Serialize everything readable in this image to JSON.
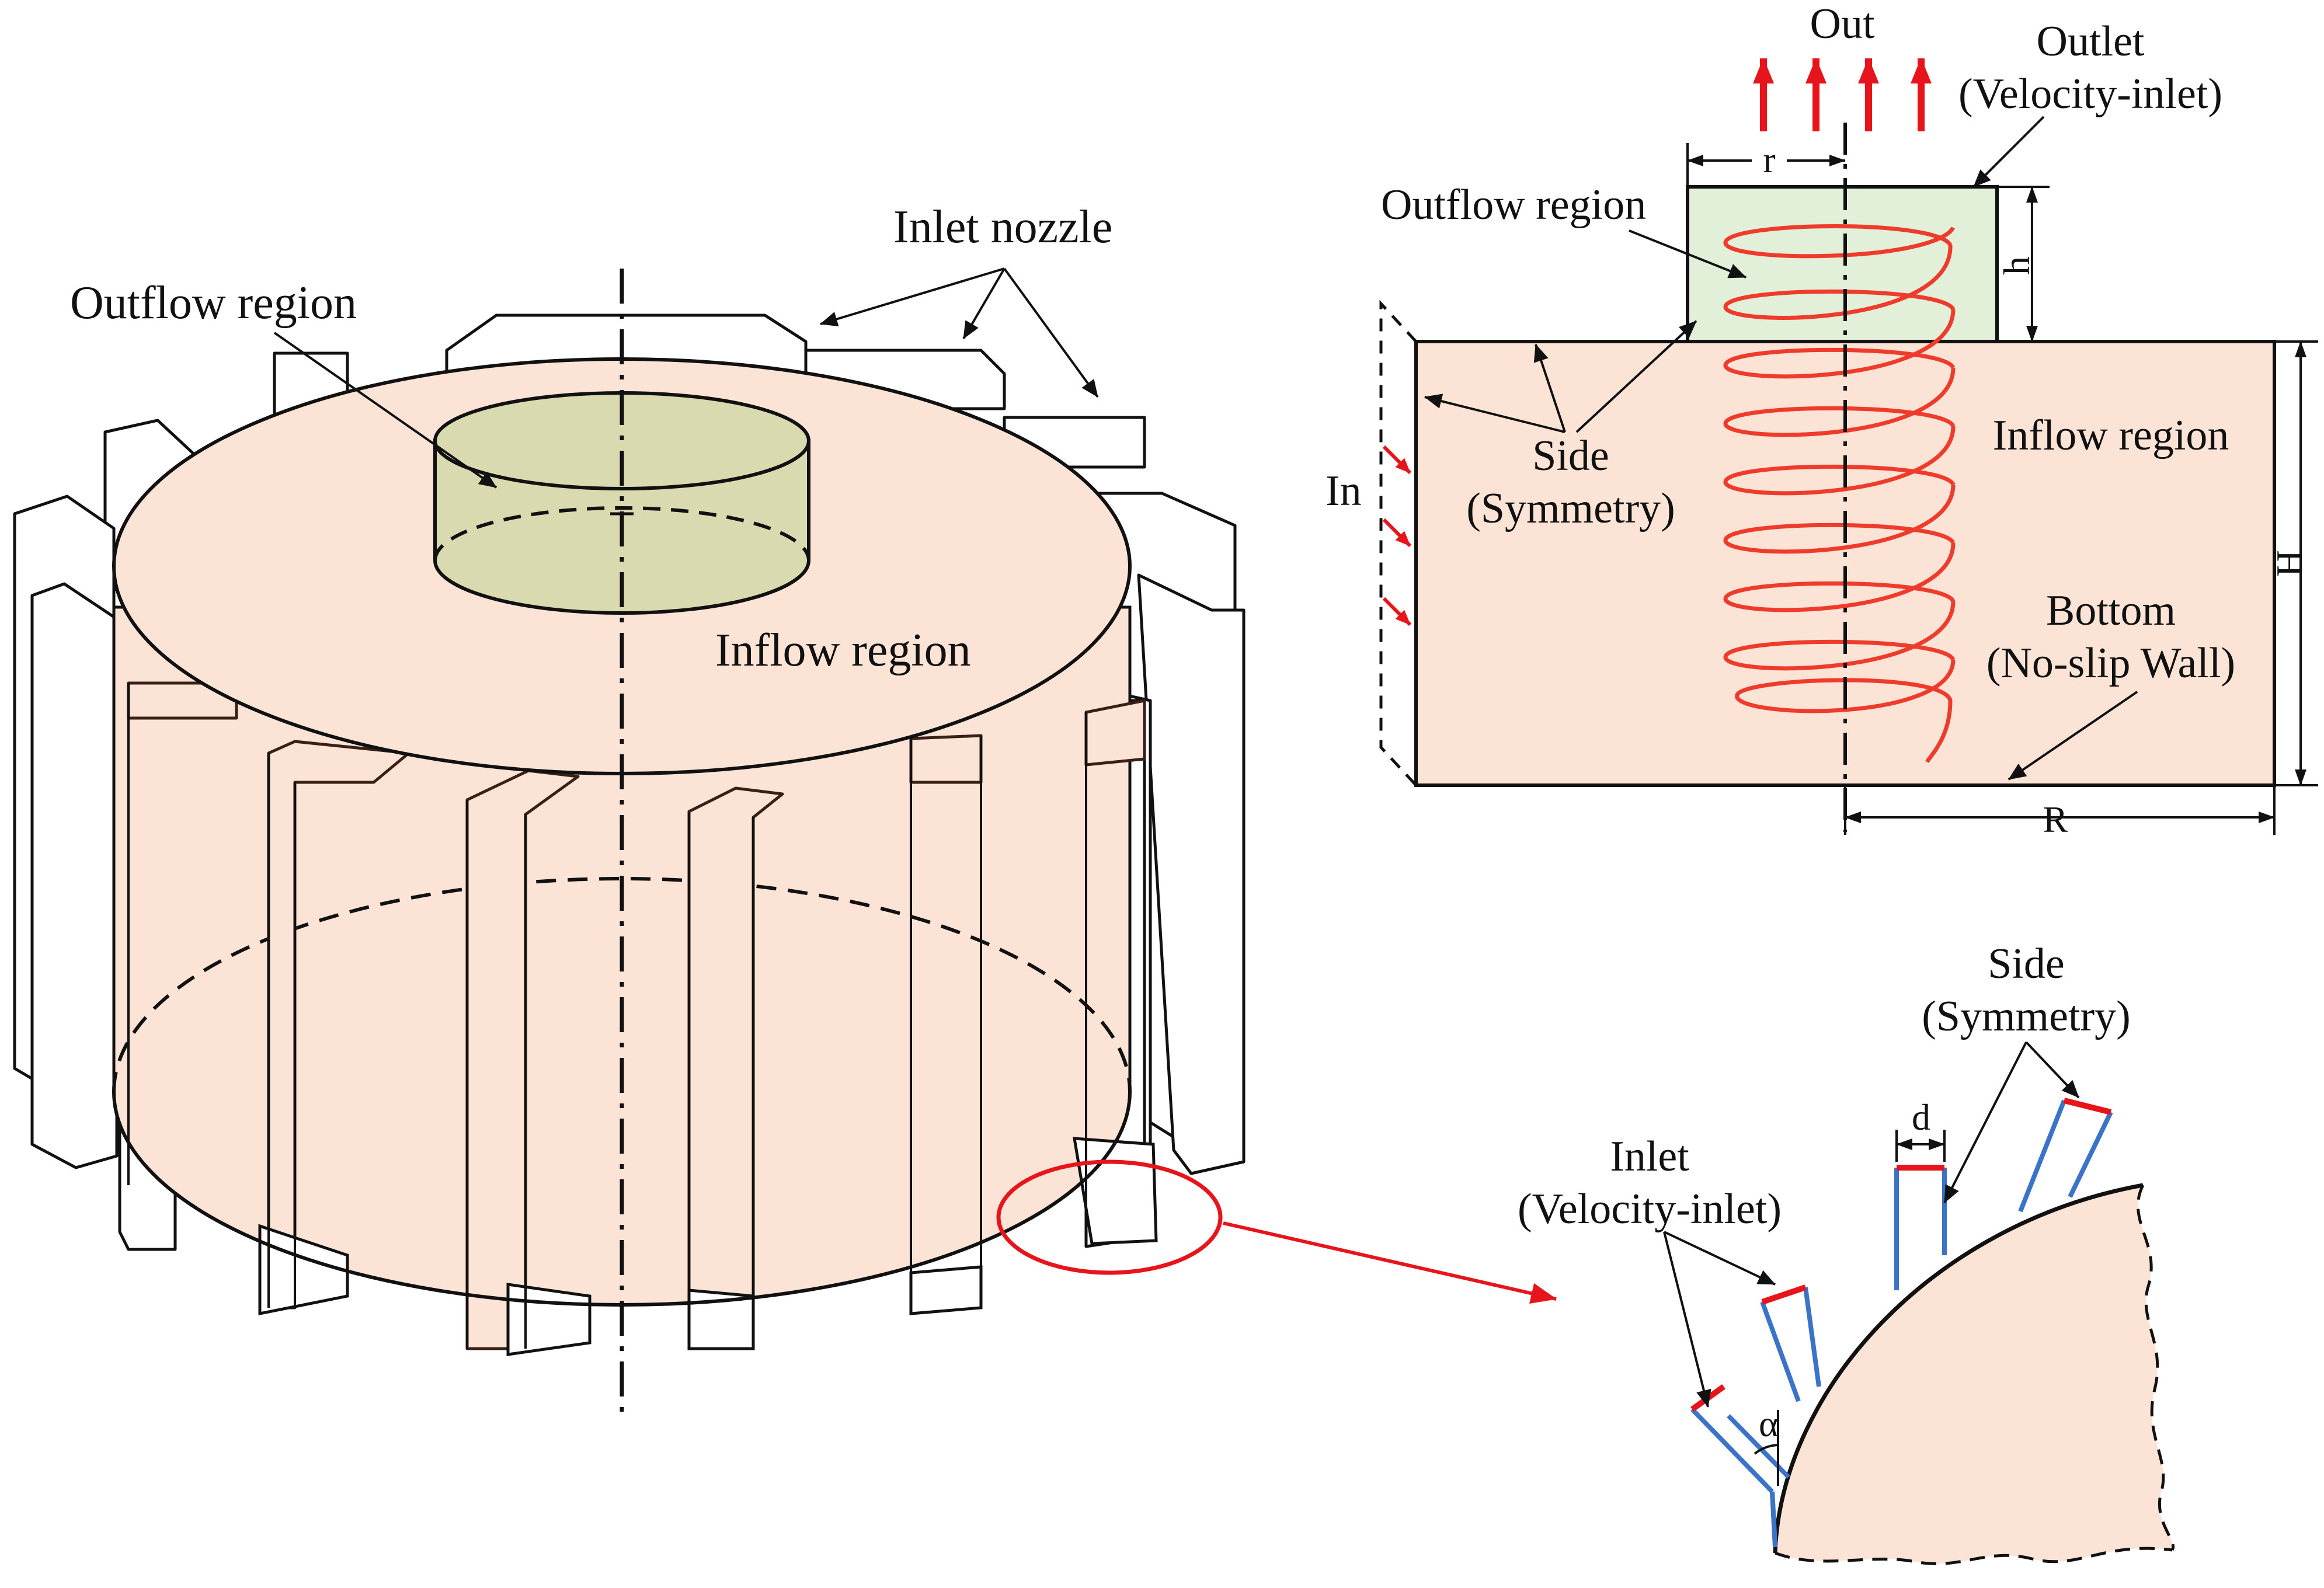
{
  "left_view": {
    "labels": {
      "outflow": "Outflow region",
      "inlet_nozzle": "Inlet nozzle",
      "inflow": "Inflow region"
    }
  },
  "section_view": {
    "labels": {
      "out": "Out",
      "outlet_line1": "Outlet",
      "outlet_line2": "(Velocity-inlet)",
      "outflow": "Outflow region",
      "side_line1": "Side",
      "side_line2": "(Symmetry)",
      "in": "In",
      "inflow": "Inflow region",
      "bottom_line1": "Bottom",
      "bottom_line2": "(No-slip Wall)"
    },
    "dimensions": {
      "r": "r",
      "h": "h",
      "H": "H",
      "R": "R"
    }
  },
  "detail_view": {
    "labels": {
      "side_line1": "Side",
      "side_line2": "(Symmetry)",
      "inlet_line1": "Inlet",
      "inlet_line2": "(Velocity-inlet)"
    },
    "dimensions": {
      "d": "d",
      "alpha": "α"
    }
  },
  "colors": {
    "inflow_fill": "#fbe3d6",
    "outflow_fill_3d": "#d9dab0",
    "outflow_fill_2d": "#e2efd9",
    "spiral": "#ef3b2c",
    "arrow_red": "#e8141b",
    "nozzle_wall": "#3a73c7",
    "nozzle_inlet": "#e8141b",
    "line": "#111111"
  }
}
